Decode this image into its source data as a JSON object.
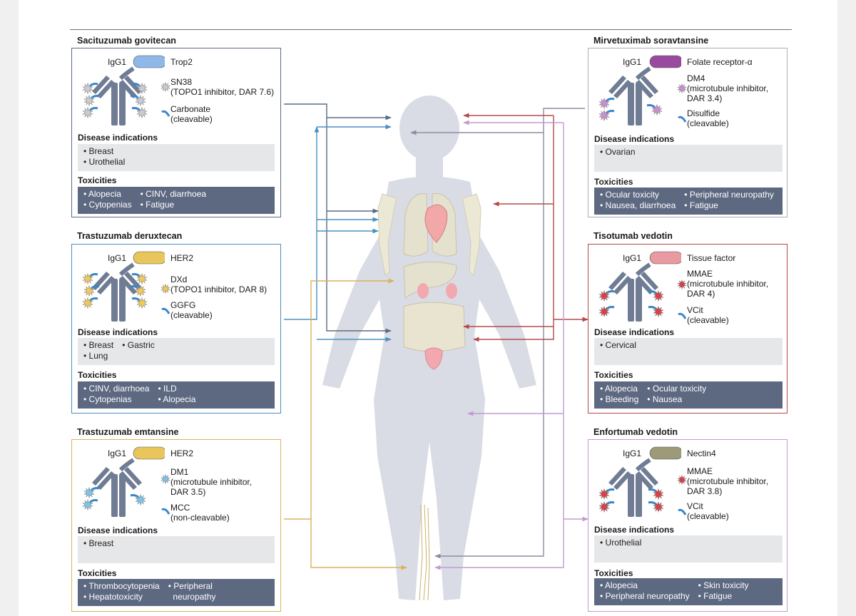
{
  "colors": {
    "sacituzumab": "#5c6b85",
    "trastuzumab_deruxtecan": "#4a90c2",
    "trastuzumab_emtansine": "#d9b35a",
    "mirvetuximab": "#a8adb8",
    "tisotumab": "#b54a4a",
    "enfortumab": "#c29bd1"
  },
  "panels": [
    {
      "key": "sacituzumab",
      "title": "Sacituzumab govitecan",
      "igg": "IgG1",
      "target": "Trop2",
      "target_color": "#8fb8e8",
      "payload_icon": "sn38-star-icon",
      "payload_color": "#c7cbd3",
      "payload": "SN38\n(TOPO1 inhibitor, DAR 7.6)",
      "linker": "Carbonate\n(cleavable)",
      "disease_heading": "Disease indications",
      "diseases": [
        "Breast",
        "Urothelial"
      ],
      "tox_heading": "Toxicities",
      "toxicities": [
        "Alopecia",
        "CINV, diarrhoea",
        "Cytopenias",
        "Fatigue"
      ]
    },
    {
      "key": "trastuzumab_deruxtecan",
      "title": "Trastuzumab deruxtecan",
      "igg": "IgG1",
      "target": "HER2",
      "target_color": "#e8c65c",
      "payload_icon": "dxd-star-icon",
      "payload_color": "#f0c95a",
      "payload": "DXd\n(TOPO1 inhibitor, DAR 8)",
      "linker": "GGFG\n(cleavable)",
      "disease_heading": "Disease indications",
      "diseases": [
        "Breast",
        "Gastric",
        "Lung"
      ],
      "tox_heading": "Toxicities",
      "toxicities": [
        "CINV, diarrhoea",
        "ILD",
        "Cytopenias",
        "Alopecia"
      ]
    },
    {
      "key": "trastuzumab_emtansine",
      "title": "Trastuzumab emtansine",
      "igg": "IgG1",
      "target": "HER2",
      "target_color": "#e8c65c",
      "payload_icon": "dm1-star-icon",
      "payload_color": "#7fc2ea",
      "payload": "DM1\n(microtubule inhibitor,\nDAR 3.5)",
      "linker": "MCC\n(non-cleavable)",
      "disease_heading": "Disease indications",
      "diseases": [
        "Breast"
      ],
      "tox_heading": "Toxicities",
      "toxicities": [
        "Thrombocytopenia",
        "Peripheral",
        "Hepatotoxicity",
        "neuropathy"
      ]
    },
    {
      "key": "mirvetuximab",
      "title": "Mirvetuximab soravtansine",
      "igg": "IgG1",
      "target": "Folate receptor-α",
      "target_color": "#9a4a9e",
      "payload_icon": "dm4-star-icon",
      "payload_color": "#c98fcf",
      "payload": "DM4\n(microtubule inhibitor,\nDAR 3.4)",
      "linker": "Disulfide\n(cleavable)",
      "disease_heading": "Disease indications",
      "diseases": [
        "Ovarian"
      ],
      "tox_heading": "Toxicities",
      "toxicities": [
        "Ocular toxicity",
        "Peripheral neuropathy",
        "Nausea, diarrhoea",
        "Fatigue"
      ]
    },
    {
      "key": "tisotumab",
      "title": "Tisotumab vedotin",
      "igg": "IgG1",
      "target": "Tissue factor",
      "target_color": "#e89aa0",
      "payload_icon": "mmae-star-icon",
      "payload_color": "#d9404a",
      "payload": "MMAE\n(microtubule inhibitor,\nDAR 4)",
      "linker": "VCit\n(cleavable)",
      "disease_heading": "Disease indications",
      "diseases": [
        "Cervical"
      ],
      "tox_heading": "Toxicities",
      "toxicities": [
        "Alopecia",
        "Ocular toxicity",
        "Bleeding",
        "Nausea"
      ]
    },
    {
      "key": "enfortumab",
      "title": "Enfortumab vedotin",
      "igg": "IgG1",
      "target": "Nectin4",
      "target_color": "#9c9a78",
      "payload_icon": "mmae-star-icon",
      "payload_color": "#d9404a",
      "payload": "MMAE\n(microtubule inhibitor,\nDAR 3.8)",
      "linker": "VCit\n(cleavable)",
      "disease_heading": "Disease indications",
      "diseases": [
        "Urothelial"
      ],
      "tox_heading": "Toxicities",
      "toxicities": [
        "Alopecia",
        "Skin toxicity",
        "Peripheral neuropathy",
        "Fatigue"
      ]
    }
  ]
}
